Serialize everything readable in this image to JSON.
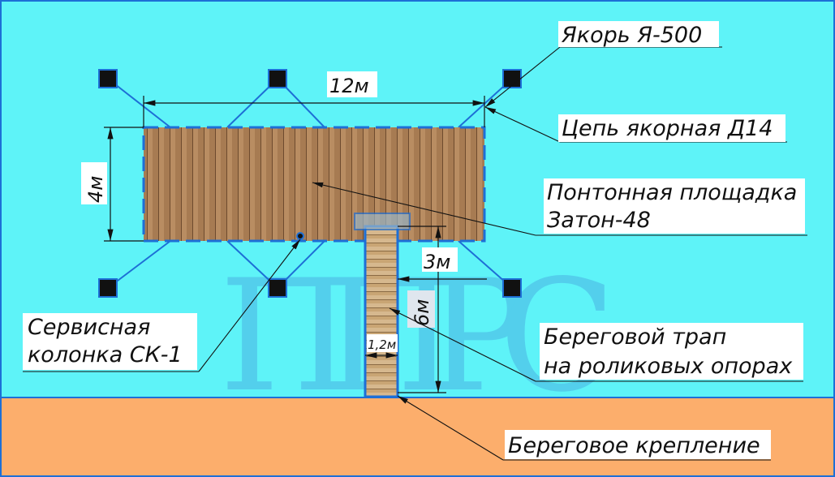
{
  "labels": {
    "anchor": "Якорь Я-500",
    "chain": "Цепь якорная Д14",
    "pontoon_line1": "Понтонная площадка",
    "pontoon_line2": "Затон-48",
    "gangway_line1": "Береговой трап",
    "gangway_line2": "на роликовых опорах",
    "service_line1": "Сервисная",
    "service_line2": "колонка СК-1",
    "shore_mount": "Береговое крепление"
  },
  "dimensions": {
    "length": "12м",
    "width": "4м",
    "gangway_overlap": "3м",
    "gangway_length": "6м",
    "gangway_width": "1,2м"
  },
  "watermark": "ППРС",
  "colors": {
    "water": "#5ef3f8",
    "shore": "#fcae6c",
    "line": "#1d6fd6",
    "wood": "#a77b52"
  }
}
